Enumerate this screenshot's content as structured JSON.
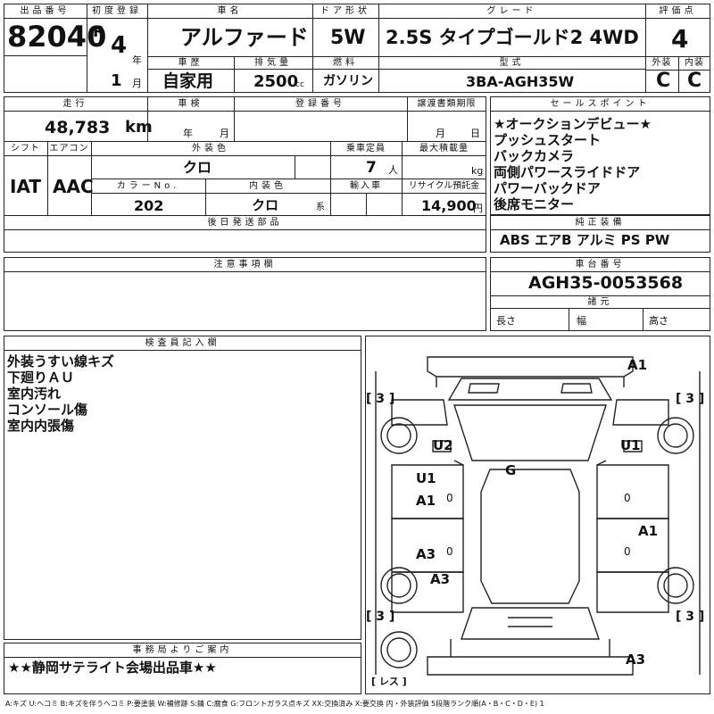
{
  "top": {
    "lot_header": "出品番号",
    "lot_number": "82040",
    "first_reg_header": "初度登録",
    "era": "R",
    "year": "4",
    "year_unit": "年",
    "month": "1",
    "month_unit": "月",
    "car_name_header": "車名",
    "car_name": "アルファード",
    "door_header": "ドア形状",
    "door": "5W",
    "grade_header": "グレード",
    "grade": "2.5S タイプゴールド2 4WD",
    "score_header": "評価点",
    "score": "4",
    "history_header": "車歴",
    "history": "自家用",
    "displacement_header": "排気量",
    "displacement": "2500",
    "displacement_unit": "cc",
    "fuel_header": "燃料",
    "fuel": "ガソリン",
    "model_header": "型式",
    "model": "3BA-AGH35W",
    "exterior_header": "外装",
    "exterior": "C",
    "interior_header": "内装",
    "interior": "C"
  },
  "mid": {
    "mileage_header": "走行",
    "mileage": "48,783",
    "mileage_unit": "km",
    "inspection_header": "車検",
    "inspection_year": "年",
    "inspection_month": "月",
    "reg_header": "登録番号",
    "transfer_header": "譲渡書類期限",
    "transfer_month": "月",
    "transfer_day": "日",
    "shift_header": "シフト",
    "shift": "IAT",
    "ac_header": "エアコン",
    "ac": "AAC",
    "color_header": "外装色",
    "color": "クロ",
    "capacity_header": "乗車定員",
    "capacity": "7",
    "capacity_unit": "人",
    "load_header": "最大積載量",
    "load_unit": "kg",
    "color_no_header": "カラーNo.",
    "color_no": "202",
    "int_color_header": "内装色",
    "int_color": "クロ",
    "int_color_unit": "系",
    "import_header": "輸入車",
    "recycle_header": "リサイクル預託金",
    "recycle": "14,900",
    "recycle_unit": "円",
    "later_header": "後日発送部品"
  },
  "sales": {
    "header": "セールスポイント",
    "items": [
      "★オークションデビュー★",
      "プッシュスタート",
      "バックカメラ",
      "両側パワースライドドア",
      "パワーバックドア",
      "後席モニター"
    ]
  },
  "equipment": {
    "header": "純正装備",
    "items": "ABS エアB アルミ PS PW"
  },
  "notes": {
    "header": "注意事項欄"
  },
  "chassis": {
    "header": "車台番号",
    "number": "AGH35-0053568",
    "spec_header": "諸元",
    "length": "長さ",
    "width": "幅",
    "height": "高さ"
  },
  "inspector": {
    "header": "検査員記入欄",
    "items": [
      "外装うすい線キズ",
      "下廻りＡＵ",
      "室内汚れ",
      "コンソール傷",
      "室内内張傷"
    ]
  },
  "office": {
    "header": "事務局よりご案内",
    "text": "★★静岡サテライト会場出品車★★"
  },
  "diagram": {
    "labels": {
      "a1_top": "A1",
      "u2": "U2",
      "u1_right": "U1",
      "g": "G",
      "u1_left": "U1",
      "a1_left": "A1",
      "a1_right": "A1",
      "a3_left1": "A3",
      "a3_left2": "A3",
      "a3_bottom": "A3"
    },
    "tire_fl": "[ 3 ]",
    "tire_fr": "[ 3 ]",
    "tire_rl": "[ 3 ]",
    "tire_rr": "[ 3 ]",
    "spare": "[ レス ]",
    "zero1": "0",
    "zero2": "0",
    "zero3": "0",
    "zero4": "0"
  },
  "legend": "A:キズ U:ヘコミ B:キズを伴うヘコミ P:要塗装 W:補修跡 S:錆 C:腐食 G:フロントガラス点キズ XX:交換済み X:要交換 内・外装評価 5段階ランク順(A・B・C・D・E) 1"
}
